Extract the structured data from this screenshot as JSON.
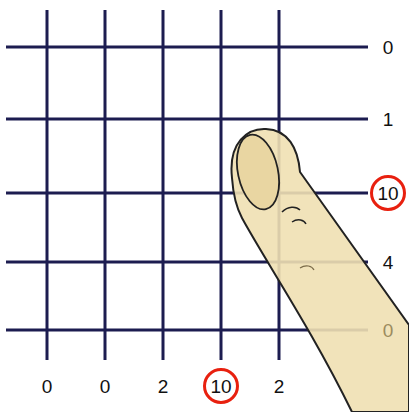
{
  "diagram": {
    "nodes": [
      {
        "text": [
          "10"
        ]
      },
      {
        "text": [
          "10"
        ]
      }
    ],
    "labels": [
      "0",
      "1",
      "4",
      "0",
      "0",
      "0",
      "2",
      "2"
    ]
  }
}
